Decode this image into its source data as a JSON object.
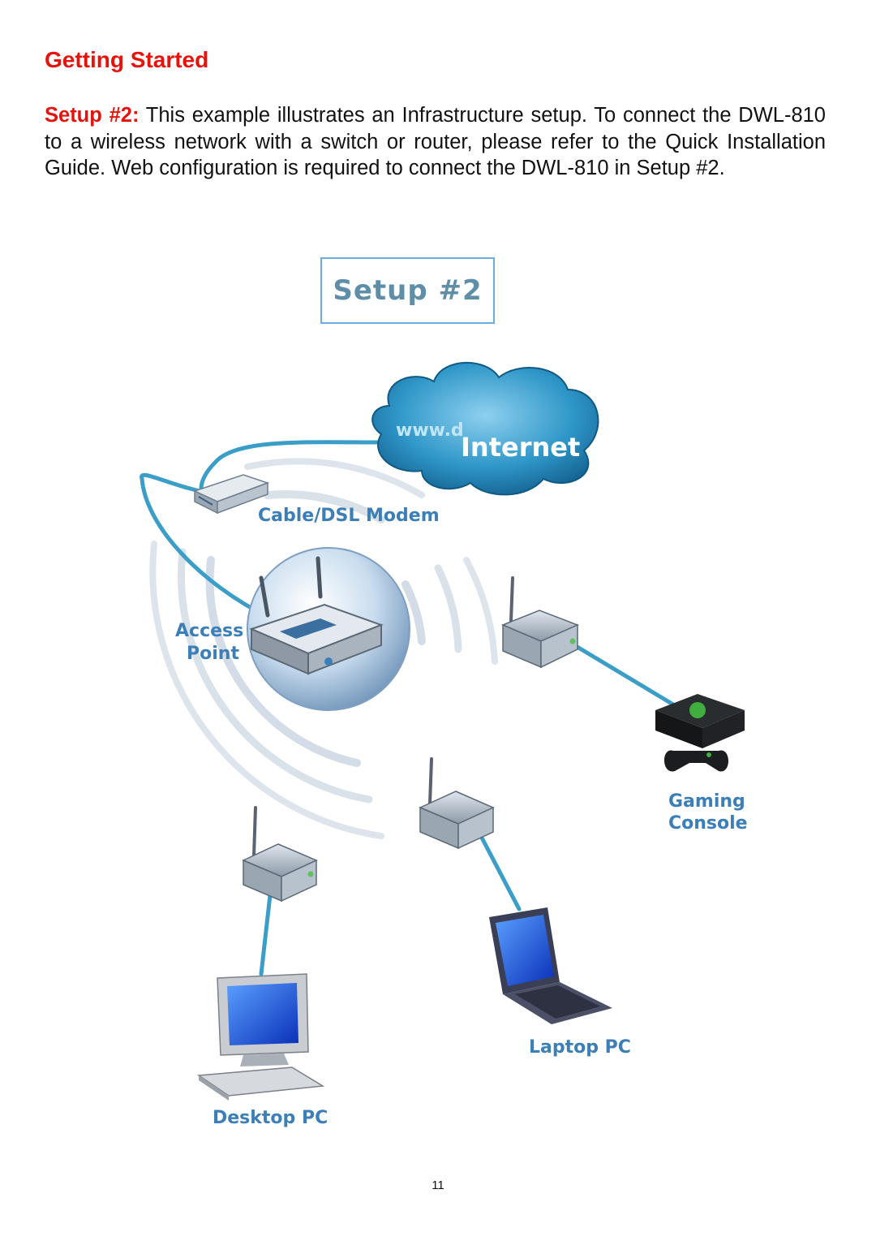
{
  "header": {
    "title": "Getting Started"
  },
  "intro": {
    "lead": "Setup #2:",
    "body": " This example illustrates an Infrastructure setup.  To connect the DWL-810 to a wireless network with a switch or router, please refer to the Quick Installation Guide.  Web configuration is required to connect the DWL-810 in Setup #2."
  },
  "diagram": {
    "box_label": "Setup #2",
    "cloud_url": "www.d",
    "cloud_label": "Internet",
    "modem_label": "Cable/DSL Modem",
    "ap_label_line1": "Access",
    "ap_label_line2": "Point",
    "gaming_line1": "Gaming",
    "gaming_line2": "Console",
    "laptop_label": "Laptop PC",
    "desktop_label": "Desktop PC"
  },
  "footer": {
    "page_number": "11"
  },
  "colors": {
    "heading": "#e8120c",
    "label": "#3c7fb8",
    "cable": "#3a9ec8"
  }
}
